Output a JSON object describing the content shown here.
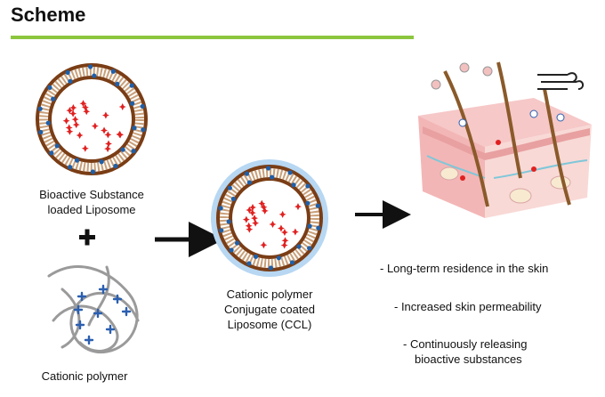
{
  "header": {
    "title": "Scheme"
  },
  "diagram": {
    "liposome_label_line1": "Bioactive Substance",
    "liposome_label_line2": "loaded Liposome",
    "plus_symbol": "+",
    "polymer_label": "Cationic polymer",
    "ccl_label_line1": "Cationic polymer",
    "ccl_label_line2": "Conjugate coated",
    "ccl_label_line3": "Liposome (CCL)",
    "benefits": [
      "- Long-term residence in the skin",
      "- Increased skin permeability",
      "- Continuously releasing",
      "bioactive substances"
    ]
  },
  "colors": {
    "accent_green": "#8cc63f",
    "membrane_brown": "#8b4a1f",
    "particle_red": "#e02020",
    "charge_blue": "#1f5fa8",
    "coating_blue": "#b7d7f2"
  }
}
